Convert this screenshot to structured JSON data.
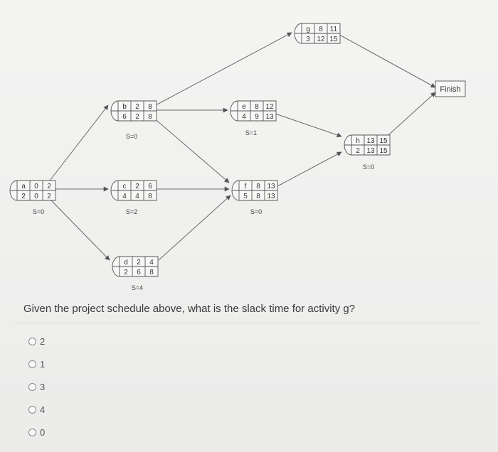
{
  "nodes": [
    {
      "id": "a",
      "cells": [
        "a",
        "0",
        "2",
        "2",
        "0",
        "2"
      ],
      "slack": "S=0"
    },
    {
      "id": "b",
      "cells": [
        "b",
        "2",
        "8",
        "6",
        "2",
        "8"
      ],
      "slack": "S=0"
    },
    {
      "id": "c",
      "cells": [
        "c",
        "2",
        "6",
        "4",
        "4",
        "8"
      ],
      "slack": "S=2"
    },
    {
      "id": "d",
      "cells": [
        "d",
        "2",
        "4",
        "2",
        "6",
        "8"
      ],
      "slack": "S=4"
    },
    {
      "id": "e",
      "cells": [
        "e",
        "8",
        "12",
        "4",
        "9",
        "13"
      ],
      "slack": "S=1"
    },
    {
      "id": "f",
      "cells": [
        "f",
        "8",
        "13",
        "5",
        "8",
        "13"
      ],
      "slack": "S=0"
    },
    {
      "id": "g",
      "cells": [
        "g",
        "8",
        "11",
        "3",
        "12",
        "15"
      ],
      "slack": ""
    },
    {
      "id": "h",
      "cells": [
        "h",
        "13",
        "15",
        "2",
        "13",
        "15"
      ],
      "slack": "S=0"
    }
  ],
  "finish_label": "Finish",
  "question": "Given the project schedule above, what is the slack time for activity g?",
  "options": [
    "2",
    "1",
    "3",
    "4",
    "0"
  ]
}
